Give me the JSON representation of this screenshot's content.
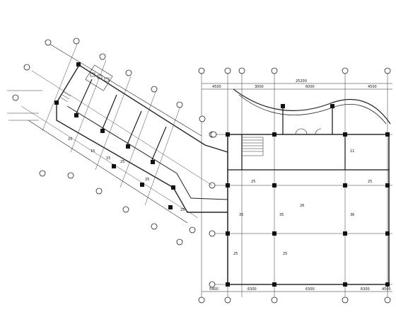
{
  "drawing": {
    "labels": {
      "dim_top_total": "25200",
      "dim_top_a": "4500",
      "dim_top_b": "3000",
      "dim_top_c": "6000",
      "dim_right_a": "4500",
      "dim_bottom_a": "5400",
      "dim_bottom_b": "6300",
      "dim_bottom_c": "6300",
      "dim_bottom_d": "6300",
      "dim_bottom_e": "4500",
      "room_1": "11",
      "room_2": "25",
      "room_3": "25",
      "room_4": "35",
      "room_5": "35",
      "room_6": "26",
      "room_7": "25",
      "room_8": "25",
      "room_9": "36",
      "room_10": "25",
      "room_11": "25",
      "room_12": "15",
      "room_13": "25",
      "room_14": "25",
      "room_15": "15"
    }
  }
}
